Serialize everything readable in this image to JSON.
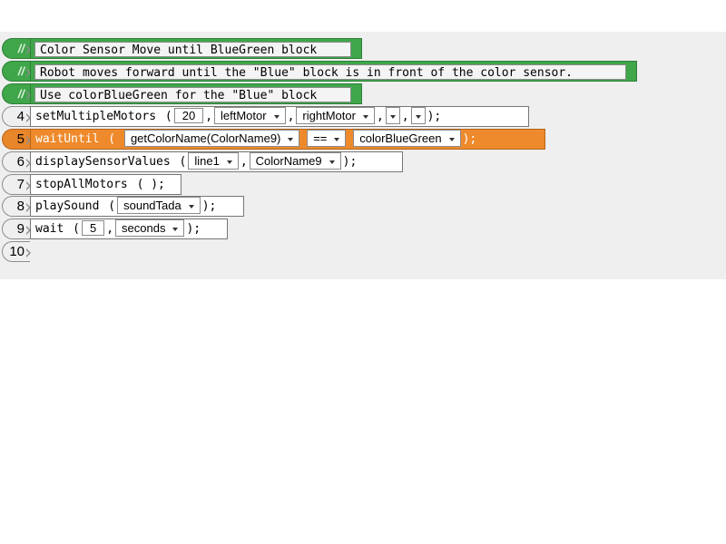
{
  "comments": [
    {
      "marker": "//",
      "text": "Color Sensor Move until BlueGreen block"
    },
    {
      "marker": "//",
      "text": "Robot moves forward until the \"Blue\" block is in front of the color sensor."
    },
    {
      "marker": "//",
      "text": "Use colorBlueGreen for the \"Blue\" block"
    }
  ],
  "lines": {
    "l4": {
      "num": "4",
      "fn": "setMultipleMotors",
      "speed": "20",
      "motor1": "leftMotor",
      "motor2": "rightMotor"
    },
    "l5": {
      "num": "5",
      "fn": "waitUntil",
      "cond": "getColorName(ColorName9)",
      "op": "==",
      "value": "colorBlueGreen"
    },
    "l6": {
      "num": "6",
      "fn": "displaySensorValues",
      "line": "line1",
      "sensor": "ColorName9"
    },
    "l7": {
      "num": "7",
      "fn": "stopAllMotors"
    },
    "l8": {
      "num": "8",
      "fn": "playSound",
      "sound": "soundTada"
    },
    "l9": {
      "num": "9",
      "fn": "wait",
      "amount": "5",
      "unit": "seconds"
    },
    "l10": {
      "num": "10"
    }
  },
  "punct": {
    "open": "(",
    "close": ");",
    "open_paren_empty": "( );",
    "comma": ","
  },
  "colors": {
    "comment_green": "#3fa64a",
    "active_orange": "#ee8a2c",
    "workspace": "#efefef"
  }
}
